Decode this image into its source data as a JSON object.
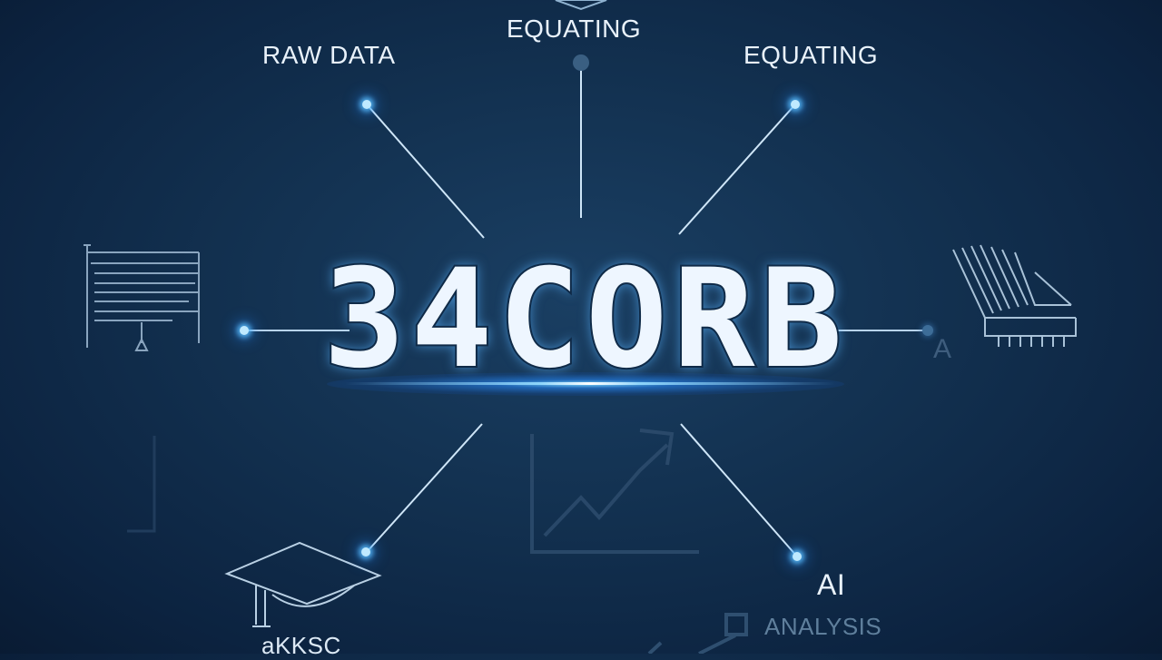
{
  "center": {
    "display": "34CORB"
  },
  "labels": {
    "top": "EQUATING",
    "top_left": "RAW DATA",
    "top_right": "EQUATING",
    "bottom_right_title": "AI",
    "bottom_right_sub": "ANALYSIS",
    "bottom_left": "aKKSC",
    "right_faint": "A"
  },
  "icons": {
    "left": "ledger-sheet-icon",
    "right": "stacked-books-icon",
    "bottom_left": "graduation-cap-icon",
    "bottom_center": "line-chart-icon",
    "bottom_right": "robot-arm-icon"
  },
  "colors": {
    "background": "#12304f",
    "line": "#cfe6f8",
    "glow": "#3fb4ff",
    "text": "#e9f2fb",
    "digit_dim": "#8aa7c0"
  }
}
